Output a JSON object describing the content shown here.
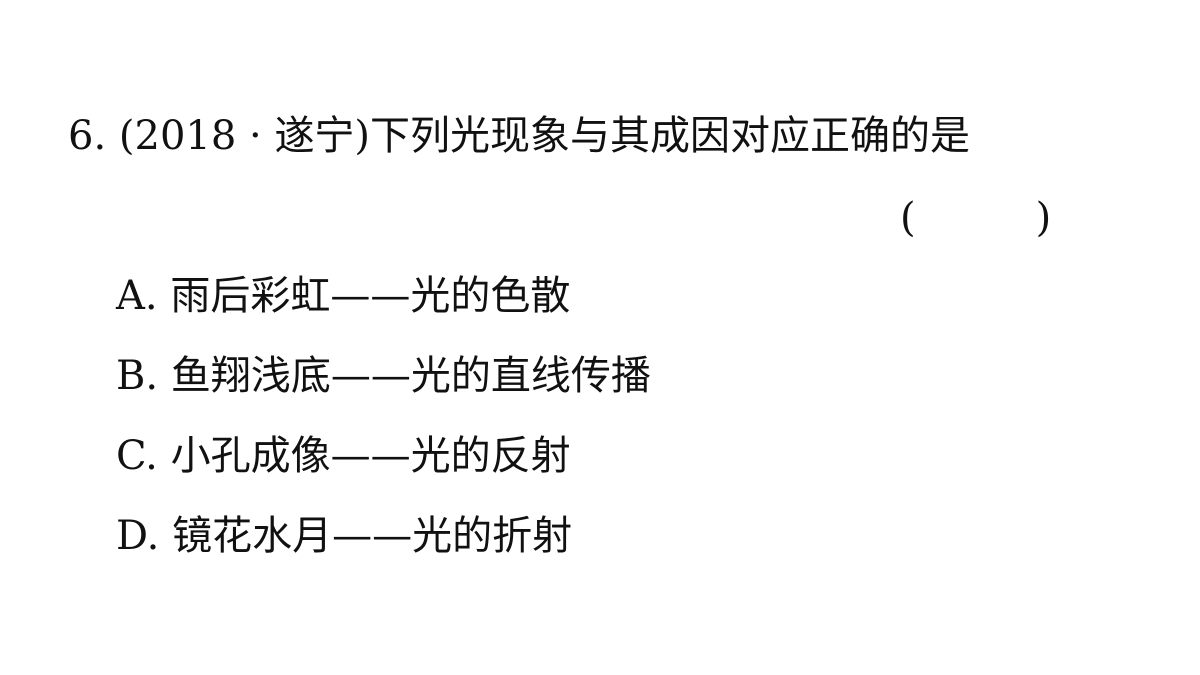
{
  "question": {
    "number": "6.",
    "source": "(2018 · 遂宁)",
    "text": "下列光现象与其成因对应正确的是",
    "answer_open": "(",
    "answer_close": ")"
  },
  "options": [
    {
      "letter": "A.",
      "text": "雨后彩虹——光的色散"
    },
    {
      "letter": "B.",
      "text": "鱼翔浅底——光的直线传播"
    },
    {
      "letter": "C.",
      "text": "小孔成像——光的反射"
    },
    {
      "letter": "D.",
      "text": "镜花水月——光的折射"
    }
  ]
}
